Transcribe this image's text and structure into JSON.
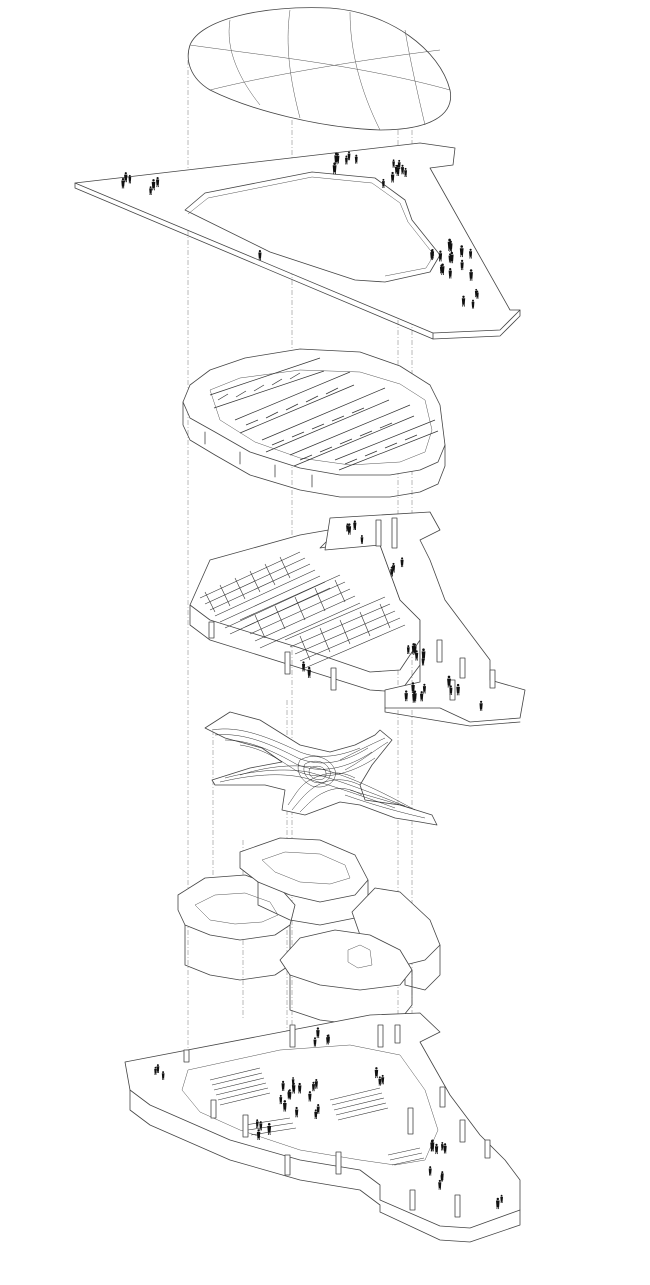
{
  "diagram": {
    "kind": "exploded axonometric",
    "layers": [
      {
        "id": "roof-shell",
        "label": ""
      },
      {
        "id": "roof-terrace-slab",
        "label": ""
      },
      {
        "id": "truss-hall",
        "label": ""
      },
      {
        "id": "auditorium-seating-floor",
        "label": ""
      },
      {
        "id": "sculptural-ceiling",
        "label": ""
      },
      {
        "id": "foyer-pods",
        "label": ""
      },
      {
        "id": "ground-plaza-floor",
        "label": ""
      }
    ],
    "colors": {
      "line": "#444444",
      "figure": "#111111",
      "background": "#ffffff"
    }
  }
}
